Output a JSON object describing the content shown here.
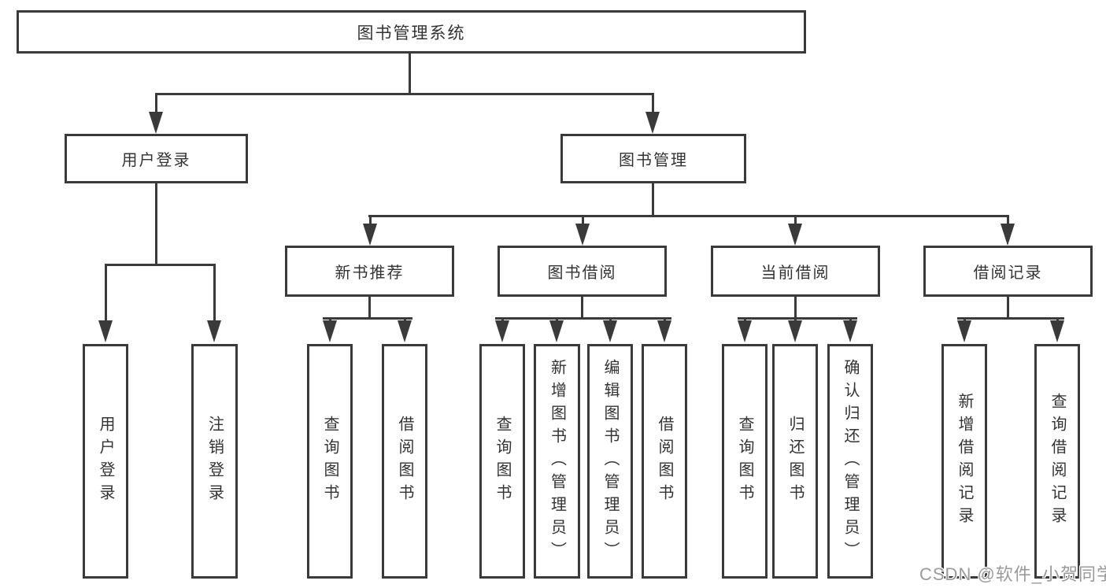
{
  "tree": {
    "label": "图书管理系统",
    "children": [
      {
        "label": "用户登录",
        "children": [
          {
            "label": "用户登录"
          },
          {
            "label": "注销登录"
          }
        ]
      },
      {
        "label": "图书管理",
        "children": [
          {
            "label": "新书推荐",
            "children": [
              {
                "label": "查询图书"
              },
              {
                "label": "借阅图书"
              }
            ]
          },
          {
            "label": "图书借阅",
            "children": [
              {
                "label": "查询图书"
              },
              {
                "label": "新增图书（管理员）"
              },
              {
                "label": "编辑图书（管理员）"
              },
              {
                "label": "借阅图书"
              }
            ]
          },
          {
            "label": "当前借阅",
            "children": [
              {
                "label": "查询图书"
              },
              {
                "label": "归还图书"
              },
              {
                "label": "确认归还（管理员）"
              }
            ]
          },
          {
            "label": "借阅记录",
            "children": [
              {
                "label": "新增借阅记录"
              },
              {
                "label": "查询借阅记录"
              }
            ]
          }
        ]
      }
    ]
  },
  "watermark": "CSDN @软件_小贺同学",
  "colors": {
    "line": "#3a3a3a",
    "text": "#333333",
    "background": "#ffffff",
    "watermark": "#9a9a9a"
  }
}
